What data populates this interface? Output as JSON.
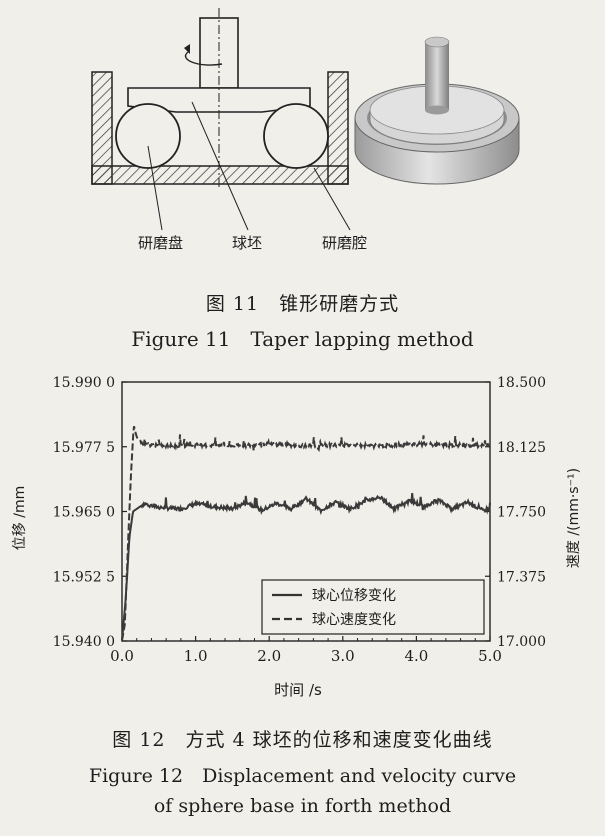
{
  "figure11": {
    "labels": {
      "disk": "研磨盘",
      "blank": "球坯",
      "cavity": "研磨腔"
    },
    "caption_zh": "图 11　锥形研磨方式",
    "caption_en": "Figure 11　Taper lapping method"
  },
  "figure12": {
    "caption_zh": "图 12　方式 4 球坯的位移和速度变化曲线",
    "caption_en_line1": "Figure 12　Displacement and velocity curve",
    "caption_en_line2": "of sphere base in forth method"
  },
  "chart_data": {
    "type": "line",
    "xlabel": "时间 /s",
    "ylabel_left": "位移 /mm",
    "ylabel_right": "速度 /(mm·s⁻¹)",
    "xlim": [
      0,
      5
    ],
    "ylim_left": [
      15.94,
      15.99
    ],
    "ylim_right": [
      17.0,
      18.5
    ],
    "x_ticks": [
      "0.0",
      "1.0",
      "2.0",
      "3.0",
      "4.0",
      "5.0"
    ],
    "y_ticks_left": [
      "15.940 0",
      "15.952 5",
      "15.965 0",
      "15.977 5",
      "15.990 0"
    ],
    "y_ticks_right": [
      "17.000",
      "17.375",
      "17.750",
      "18.125",
      "18.500"
    ],
    "legend_position": "bottom-right",
    "series": [
      {
        "name": "球心位移变化",
        "axis": "left",
        "style": "solid",
        "x": [
          0.0,
          0.05,
          0.1,
          0.15,
          0.2,
          0.3,
          0.5,
          0.8,
          1.0,
          1.2,
          1.5,
          1.7,
          1.9,
          2.1,
          2.3,
          2.5,
          2.7,
          2.9,
          3.1,
          3.3,
          3.5,
          3.7,
          3.9,
          4.1,
          4.3,
          4.5,
          4.7,
          4.9,
          5.0
        ],
        "y": [
          15.94,
          15.948,
          15.96,
          15.965,
          15.9655,
          15.9665,
          15.9658,
          15.9655,
          15.9665,
          15.966,
          15.9655,
          15.9668,
          15.9652,
          15.9666,
          15.9655,
          15.9675,
          15.9652,
          15.9668,
          15.9655,
          15.967,
          15.9678,
          15.9655,
          15.9672,
          15.966,
          15.9672,
          15.9655,
          15.9668,
          15.9652,
          15.9655
        ]
      },
      {
        "name": "球心速度变化",
        "axis": "right",
        "style": "dashed",
        "x": [
          0.0,
          0.04,
          0.08,
          0.12,
          0.16,
          0.2,
          0.3,
          0.5,
          1.0,
          1.5,
          2.0,
          2.5,
          3.0,
          3.5,
          4.0,
          4.5,
          5.0
        ],
        "y": [
          17.0,
          17.1,
          17.55,
          17.95,
          18.25,
          18.18,
          18.14,
          18.13,
          18.135,
          18.13,
          18.14,
          18.13,
          18.135,
          18.13,
          18.14,
          18.135,
          18.13
        ]
      }
    ]
  }
}
